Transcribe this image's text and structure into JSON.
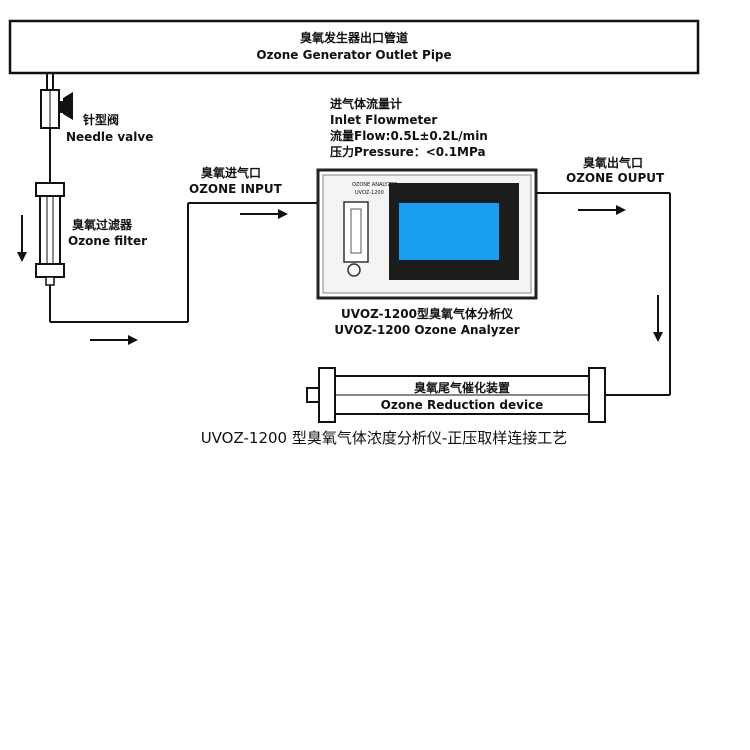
{
  "pipe_top": {
    "cn": "臭氧发生器出口管道",
    "en": "Ozone Generator Outlet Pipe"
  },
  "needle_valve": {
    "cn": "针型阀",
    "en": "Needle valve"
  },
  "ozone_filter": {
    "cn": "臭氧过滤器",
    "en": "Ozone filter"
  },
  "inlet": {
    "cn": "臭氧进气口",
    "en": "OZONE INPUT"
  },
  "flowmeter": {
    "cn": "进气体流量计",
    "en": "Inlet Flowmeter",
    "flow": "流量Flow:0.5L±0.2L/min",
    "pressure": "压力Pressure：<0.1MPa"
  },
  "analyzer": {
    "panel_title": "OZONE ANALYZER",
    "panel_model": "UVOZ-1200",
    "cn": "UVOZ-1200型臭氧气体分析仪",
    "en": "UVOZ-1200 Ozone Analyzer"
  },
  "outlet": {
    "cn": "臭氧出气口",
    "en": "OZONE OUPUT"
  },
  "reduction": {
    "cn": "臭氧尾气催化装置",
    "en": "Ozone Reduction device"
  },
  "caption": "UVOZ-1200 型臭氧气体浓度分析仪-正压取样连接工艺",
  "colors": {
    "line": "#111111",
    "screen": "#1a9ef0",
    "device_border": "#222222"
  }
}
